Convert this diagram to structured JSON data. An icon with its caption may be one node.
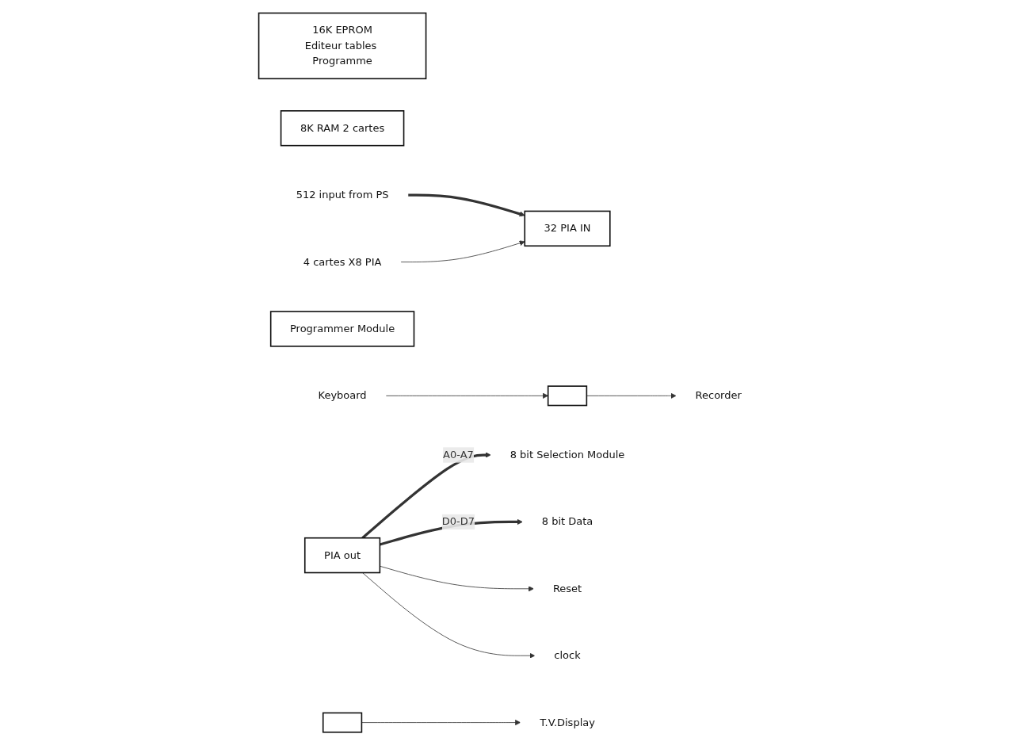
{
  "diagram": {
    "nodes": [
      {
        "text": [
          "32 PIA IN"
        ]
      },
      {
        "text": [
          "16K EPROM",
          "Editeur tables Programme"
        ]
      },
      {
        "text": [
          "8K RAM 2 cartes"
        ]
      },
      {
        "text": [
          "PIA out"
        ]
      },
      {
        "text": [],
        "shape": "box"
      },
      {
        "text": [],
        "shape": "box"
      },
      {
        "text": [
          "Programmer Module"
        ]
      },
      {
        "text": [
          "512 input from PS"
        ]
      },
      {
        "text": [
          "4 cartes X8 PIA"
        ]
      },
      {
        "text": [
          "8 bit Selection Module"
        ]
      },
      {
        "text": [
          "8 bit Data"
        ]
      },
      {
        "text": [
          "Reset"
        ]
      },
      {
        "text": [
          "clock"
        ]
      },
      {
        "text": [
          "Recorder"
        ]
      },
      {
        "text": [
          "Keyboard"
        ]
      },
      {
        "text": [
          "T.V.Display"
        ]
      }
    ],
    "edges": [
      {
        "from": 7,
        "to": 0,
        "arrow": "to",
        "style": "thick"
      },
      {
        "from": 8,
        "to": 0,
        "arrow": "to"
      },
      {
        "from": 3,
        "to": 9,
        "arrow": "to",
        "label": "A0-A7",
        "style": "thick"
      },
      {
        "from": 3,
        "to": 10,
        "arrow": "to",
        "label": "D0-D7",
        "style": "thick"
      },
      {
        "from": 3,
        "to": 11,
        "arrow": "to"
      },
      {
        "from": 3,
        "to": 12,
        "arrow": "to"
      },
      {
        "from": 4,
        "to": 13,
        "arrow": "to"
      },
      {
        "from": 14,
        "to": 4,
        "arrow": "to"
      },
      {
        "from": 5,
        "to": 15,
        "arrow": "to"
      }
    ]
  }
}
